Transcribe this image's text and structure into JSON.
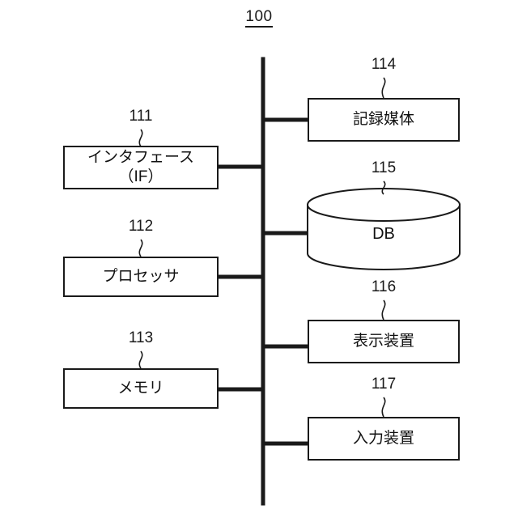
{
  "figure": {
    "number": "100"
  },
  "left_nodes": [
    {
      "ref": "111",
      "label_line1": "インタフェース",
      "label_line2": "（IF）",
      "name": "interface"
    },
    {
      "ref": "112",
      "label_line1": "プロセッサ",
      "label_line2": "",
      "name": "processor"
    },
    {
      "ref": "113",
      "label_line1": "メモリ",
      "label_line2": "",
      "name": "memory"
    }
  ],
  "right_nodes": [
    {
      "ref": "114",
      "label_line1": "記録媒体",
      "label_line2": "",
      "name": "recording-medium"
    },
    {
      "ref": "115",
      "label_line1": "DB",
      "label_line2": "",
      "name": "database"
    },
    {
      "ref": "116",
      "label_line1": "表示装置",
      "label_line2": "",
      "name": "display-device"
    },
    {
      "ref": "117",
      "label_line1": "入力装置",
      "label_line2": "",
      "name": "input-device"
    }
  ],
  "colors": {
    "stroke": "#1a1a1a",
    "background": "#ffffff",
    "text": "#111111"
  }
}
